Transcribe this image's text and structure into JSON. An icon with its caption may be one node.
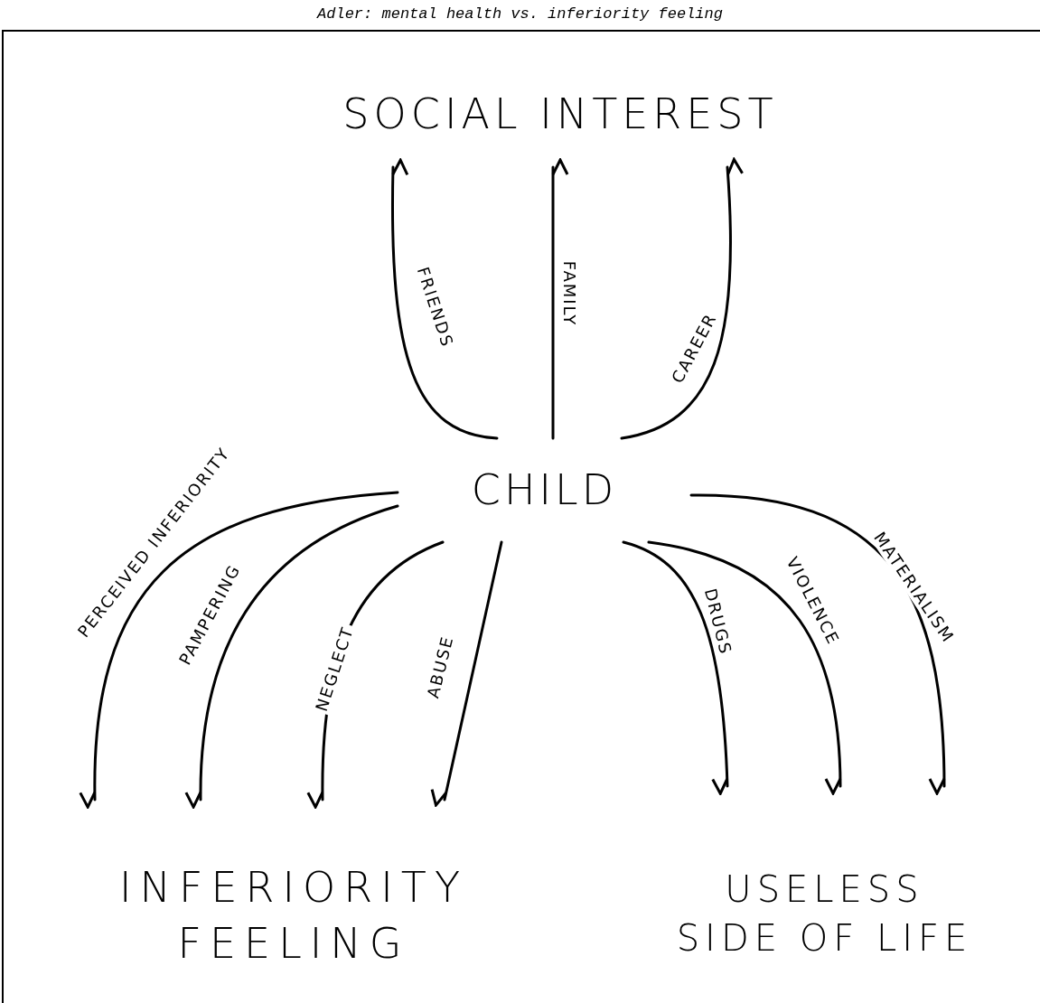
{
  "diagram": {
    "title": "Adler: mental health vs. inferiority feeling",
    "nodes": [
      {
        "text": [
          "SOCIAL INTEREST"
        ]
      },
      {
        "text": [
          "CHILD"
        ]
      },
      {
        "text": [
          "INFERIORITY FEELING"
        ]
      },
      {
        "text": [
          "USELESS SIDE OF LIFE"
        ]
      }
    ],
    "edges": [
      {
        "from": 1,
        "to": 0,
        "arrow": "to",
        "label": "FRIENDS"
      },
      {
        "from": 1,
        "to": 0,
        "arrow": "to",
        "label": "FAMILY"
      },
      {
        "from": 1,
        "to": 0,
        "arrow": "to",
        "label": "CAREER"
      },
      {
        "from": 1,
        "to": 2,
        "arrow": "to",
        "label": "PERCEIVED INFERIORITY"
      },
      {
        "from": 1,
        "to": 2,
        "arrow": "to",
        "label": "PAMPERING"
      },
      {
        "from": 1,
        "to": 2,
        "arrow": "to",
        "label": "NEGLECT"
      },
      {
        "from": 1,
        "to": 2,
        "arrow": "to",
        "label": "ABUSE"
      },
      {
        "from": 1,
        "to": 3,
        "arrow": "to",
        "label": "DRUGS"
      },
      {
        "from": 1,
        "to": 3,
        "arrow": "to",
        "label": "VIOLENCE"
      },
      {
        "from": 1,
        "to": 3,
        "arrow": "to",
        "label": "MATERIALISM"
      }
    ]
  }
}
